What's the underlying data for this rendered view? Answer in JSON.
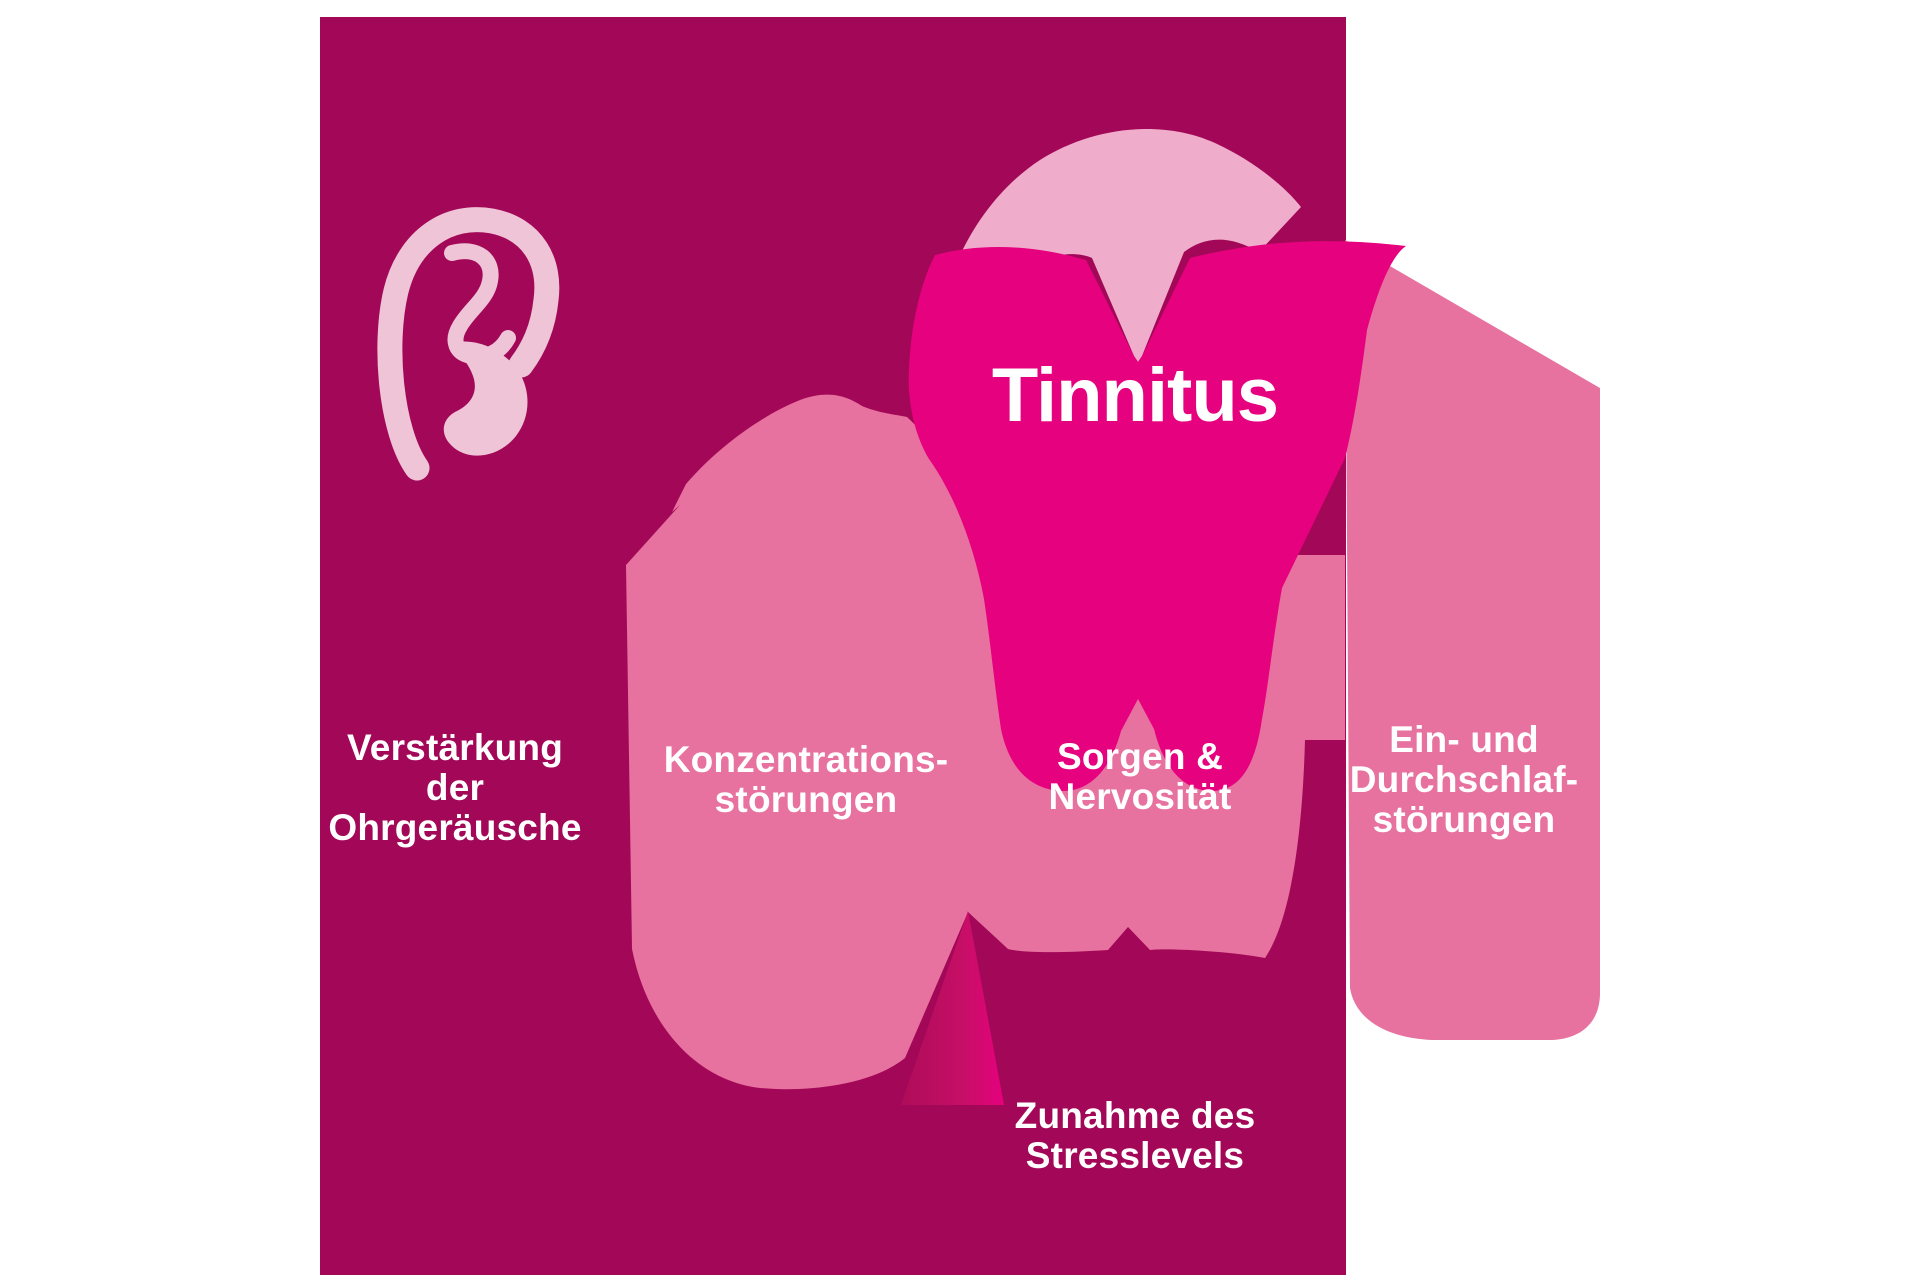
{
  "diagram": {
    "title": "Tinnitus",
    "type": "vicious-circle",
    "nodes": [
      {
        "id": "verstaerkung",
        "lines": [
          "Verstärkung",
          "der",
          "Ohrgeräusche"
        ]
      },
      {
        "id": "konzentration",
        "lines": [
          "Konzentrations-",
          "störungen"
        ]
      },
      {
        "id": "sorgen",
        "lines": [
          "Sorgen &",
          "Nervosität"
        ]
      },
      {
        "id": "schlaf",
        "lines": [
          "Ein- und",
          "Durchschlaf-",
          "störungen"
        ]
      },
      {
        "id": "stress",
        "lines": [
          "Zunahme des",
          "Stresslevels"
        ]
      }
    ]
  },
  "icons": {
    "ear": "ear-icon"
  },
  "colors": {
    "page_background": "#FFFFFF",
    "panel": "#A20857",
    "highlight": "#E6017E",
    "blob": "#E7719F",
    "arc": "#F0ACCB",
    "ear": "#EEC4D6",
    "text": "#FFFFFF",
    "arrow_dark": "#AE0C59"
  }
}
